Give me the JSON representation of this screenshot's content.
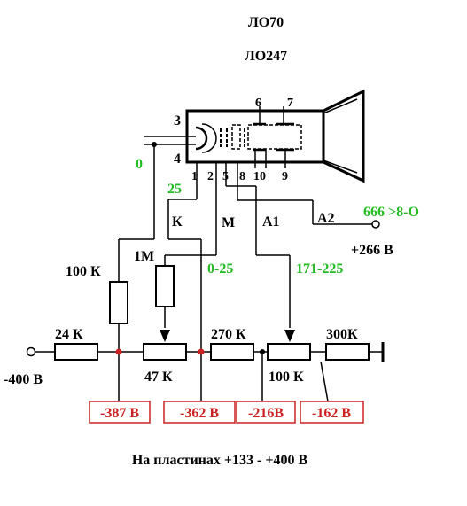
{
  "tube": {
    "title_1": "ЛО70",
    "title_2": "ЛО247"
  },
  "pins": [
    "1",
    "2",
    "3",
    "4",
    "5",
    "6",
    "7",
    "8",
    "9",
    "10"
  ],
  "electrodes": {
    "k": "К",
    "m": "М",
    "a1": "А1",
    "a2": "А2"
  },
  "voltages_green": {
    "v0": "0",
    "v25": "25",
    "range_m": "0-25",
    "range_a1": "171-225",
    "a2_note": "666 >8-О"
  },
  "a2_supply": "+266 В",
  "resistors": {
    "r100k_top": "100 К",
    "r1m": "1М",
    "r24k": "24 К",
    "r47k": "47 К",
    "r270k": "270 К",
    "r100k_bottom": "100 К",
    "r300k": "300К"
  },
  "supply_neg": "-400 В",
  "measured": [
    "-387 В",
    "-362 В",
    "-216В",
    "-162 В"
  ],
  "footer": "На пластинах +133 - +400 В",
  "colors": {
    "wire": "#000000",
    "green": "#22bb22",
    "red": "#cc2222"
  }
}
